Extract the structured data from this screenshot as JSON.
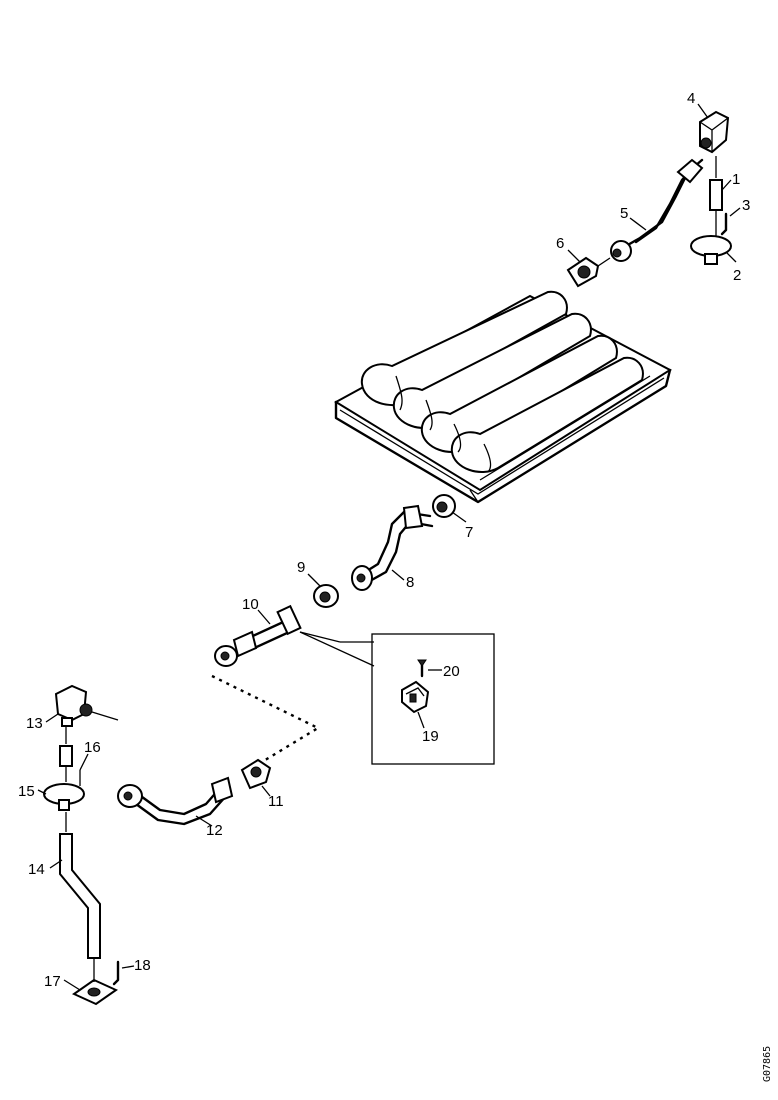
{
  "labels": {
    "p1": "1",
    "p2": "2",
    "p3": "3",
    "p4": "4",
    "p5": "5",
    "p6": "6",
    "p7": "7",
    "p8": "8",
    "p9": "9",
    "p10": "10",
    "p11": "11",
    "p12": "12",
    "p13": "13",
    "p14": "14",
    "p15": "15",
    "p16": "16",
    "p17": "17",
    "p18": "18",
    "p19": "19",
    "p20": "20"
  },
  "drawing_code": "G07865"
}
